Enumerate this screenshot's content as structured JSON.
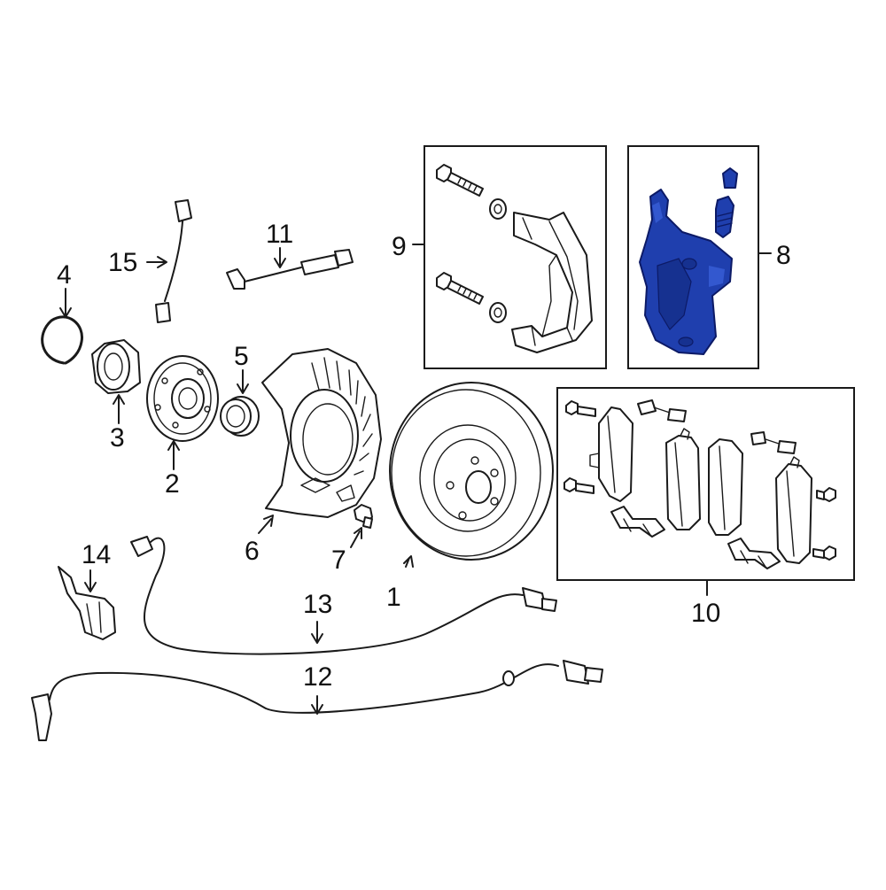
{
  "diagram": {
    "highlight_color": "#1f3fae",
    "callouts": [
      {
        "id": "1",
        "text": "1"
      },
      {
        "id": "2",
        "text": "2"
      },
      {
        "id": "3",
        "text": "3"
      },
      {
        "id": "4",
        "text": "4"
      },
      {
        "id": "5",
        "text": "5"
      },
      {
        "id": "6",
        "text": "6"
      },
      {
        "id": "7",
        "text": "7"
      },
      {
        "id": "8",
        "text": "8"
      },
      {
        "id": "9",
        "text": "9"
      },
      {
        "id": "10",
        "text": "10"
      },
      {
        "id": "11",
        "text": "11"
      },
      {
        "id": "12",
        "text": "12"
      },
      {
        "id": "13",
        "text": "13"
      },
      {
        "id": "14",
        "text": "14"
      },
      {
        "id": "15",
        "text": "15"
      }
    ]
  }
}
